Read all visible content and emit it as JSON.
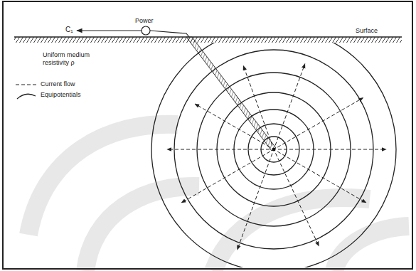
{
  "diagram": {
    "labels": [
      "C₁",
      "Power",
      "Surface",
      "Uniform medium resistivity ρ"
    ],
    "legend": [
      {
        "text": "Current flow"
      },
      {
        "text": "Equipotentials"
      }
    ]
  }
}
